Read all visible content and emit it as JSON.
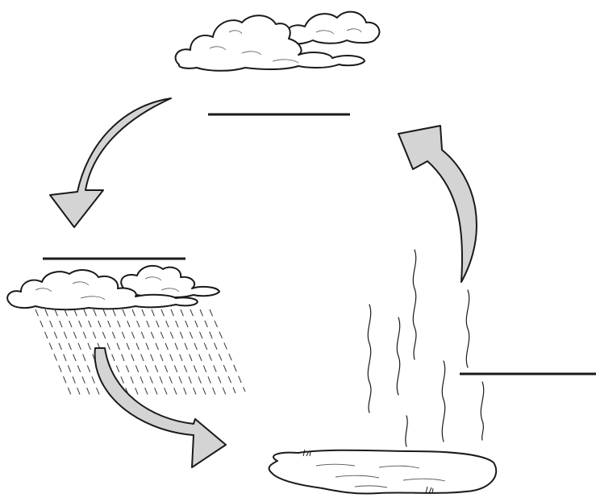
{
  "diagram": {
    "type": "water-cycle-worksheet",
    "stages": [
      {
        "id": "condensation",
        "label": "",
        "illustration": "cloud-icon"
      },
      {
        "id": "precipitation",
        "label": "",
        "illustration": "rain-cloud-icon"
      },
      {
        "id": "collection",
        "label": "",
        "illustration": "puddle-icon"
      },
      {
        "id": "evaporation",
        "label": "",
        "illustration": "vapor-icon"
      }
    ],
    "answer_blanks": 3,
    "colors": {
      "outline": "#1a1a1a",
      "arrow_fill": "#d4d4d4",
      "cloud_fill": "#ffffff",
      "puddle_fill": "#ffffff",
      "rain": "#333333"
    }
  }
}
